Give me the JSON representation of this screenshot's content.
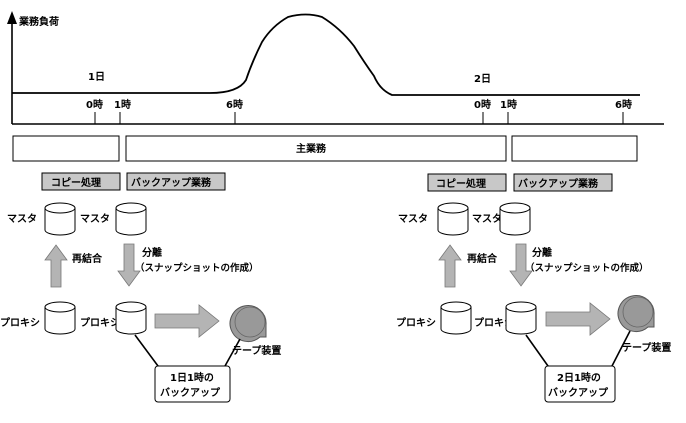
{
  "chart": {
    "y_axis_label": "業務負荷",
    "day_labels": [
      "1日",
      "2日"
    ],
    "time_ticks_day1": [
      "0時",
      "1時",
      "6時"
    ],
    "time_ticks_day2": [
      "0時",
      "1時",
      "6時"
    ]
  },
  "schedule": {
    "main_business_label": "主業務"
  },
  "left_panel": {
    "copy_label": "コピー処理",
    "backup_label": "バックアップ業務",
    "master_left": "マスタ",
    "master_right": "マスタ",
    "rejoin_label": "再結合",
    "split_label": "分離",
    "split_sub": "（スナップショットの作成）",
    "proxy_left": "プロキシ",
    "proxy_right": "プロキシ",
    "tape_label": "テープ装置",
    "callout_line1": "1日1時の",
    "callout_line2": "バックアップ"
  },
  "right_panel": {
    "copy_label": "コピー処理",
    "backup_label": "バックアップ業務",
    "master_left": "マスタ",
    "master_right": "マスタ",
    "rejoin_label": "再結合",
    "split_label": "分離",
    "split_sub": "（スナップショットの作成）",
    "proxy_left": "プロキシ",
    "proxy_right": "プロキシ",
    "tape_label": "テープ装置",
    "callout_line1": "2日1時の",
    "callout_line2": "バックアップ"
  },
  "colors": {
    "label_box_fill": "#c8c8c8",
    "arrow_fill": "#b4b4b4",
    "tape_fill": "#999999"
  }
}
